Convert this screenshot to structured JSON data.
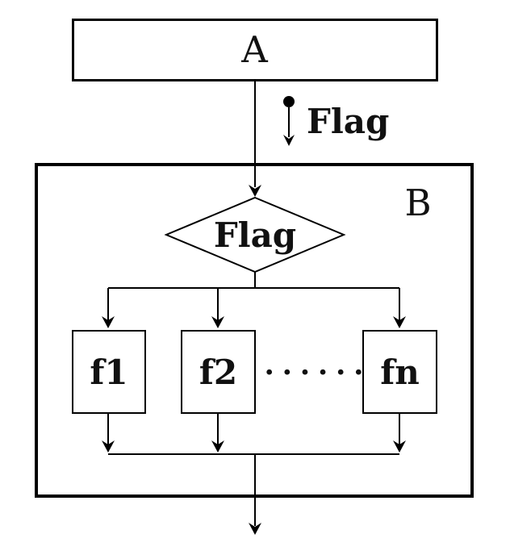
{
  "diagram": {
    "node_a": {
      "label": "A"
    },
    "region_b": {
      "label": "B"
    },
    "flag_signal": {
      "label": "Flag"
    },
    "decision": {
      "label": "Flag"
    },
    "processes": [
      {
        "label": "f1"
      },
      {
        "label": "f2"
      },
      {
        "label": "fn"
      }
    ],
    "ellipsis": "••••••",
    "colors": {
      "line": "#000000",
      "text": "#111111",
      "background": "#ffffff"
    }
  }
}
